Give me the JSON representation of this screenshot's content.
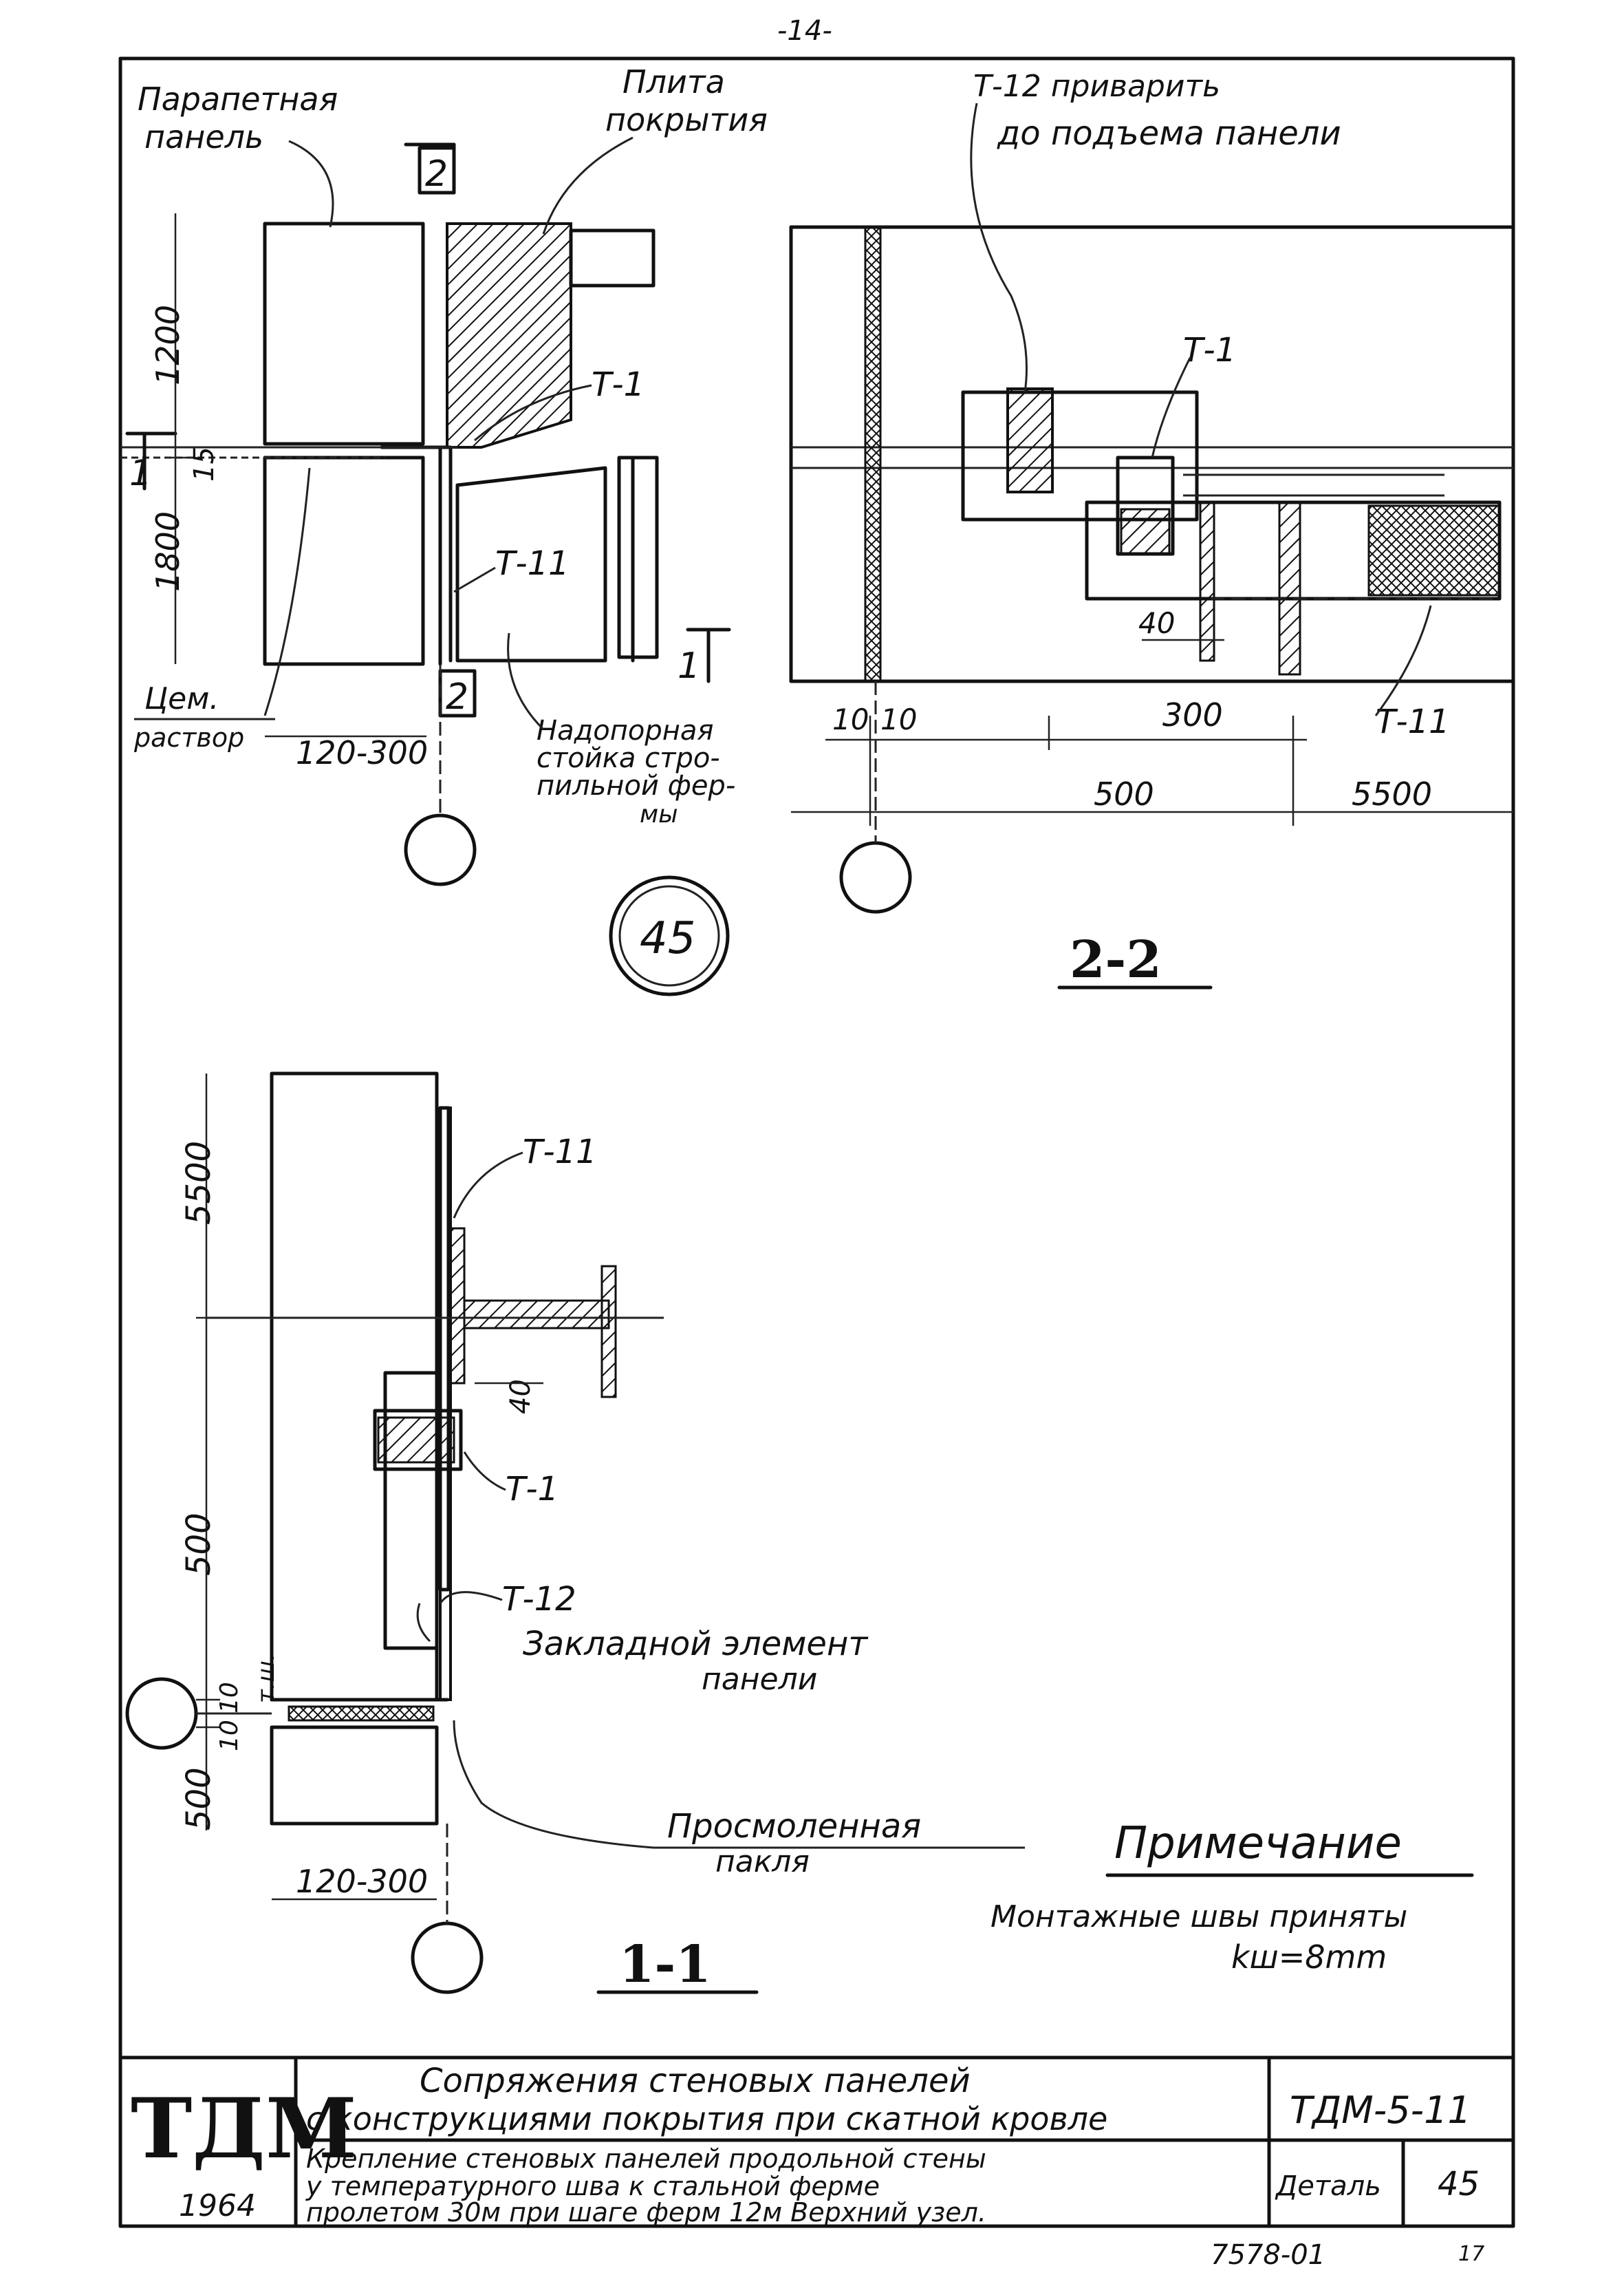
{
  "page_number": "-14-",
  "labels": {
    "parapet_panel": [
      "Парапетная",
      "панель"
    ],
    "roof_slab": [
      "Плита",
      "покрытия"
    ],
    "t12_weld": [
      "Т-12 приварить",
      "до подъема панели"
    ],
    "t1_a": "Т-1",
    "t11_a": "Т-11",
    "t1_b": "Т-1",
    "t11_b": "Т-11",
    "cement": [
      "Цем.",
      "раствор"
    ],
    "truss_post": [
      "Надопорная",
      "стойка стро-",
      "пильной фер-",
      "мы"
    ],
    "t11_c": "Т-11",
    "t1_c": "Т-1",
    "t12_c": "Т-12",
    "embedded": [
      "Закладной элемент",
      "панели"
    ],
    "tarred_tow": [
      "Просмоленная",
      "пакля"
    ],
    "temp_seam": "т.ш."
  },
  "dimensions": {
    "d1200": "1200",
    "d15": "15",
    "d1800": "1800",
    "d120_300_a": "120-300",
    "d10a": "10",
    "d10b": "10",
    "d300": "300",
    "d40_a": "40",
    "d500_a": "500",
    "d5500_a": "5500",
    "d5500_b": "5500",
    "d40_b": "40",
    "d500_b": "500",
    "d10c": "10",
    "d10d": "10",
    "d500_c": "500",
    "d120_300_b": "120-300"
  },
  "section_marks": {
    "mark2_top": "2",
    "mark2_bot": "2",
    "mark1_left": "1",
    "mark1_right": "1"
  },
  "detail_number": "45",
  "section_titles": {
    "s22": "2-2",
    "s11": "1-1"
  },
  "note": {
    "title": "Примечание",
    "line1": "Монтажные швы приняты",
    "line2": "kш=8mm"
  },
  "title_block": {
    "org": "ТДМ",
    "year": "1964",
    "title_line1": "Сопряжения стеновых панелей",
    "title_line2": "с конструкциями покрытия при скатной кровле",
    "code": "ТДМ-5-11",
    "desc_line1": "Крепление стеновых панелей продольной стены",
    "desc_line2": "у температурного шва к стальной ферме",
    "desc_line3": "пролетом 30м при шаге ферм 12м Верхний узел.",
    "detail_label": "Деталь",
    "detail_value": "45"
  },
  "footer_number": "7578-01",
  "footer_sheet": "17"
}
